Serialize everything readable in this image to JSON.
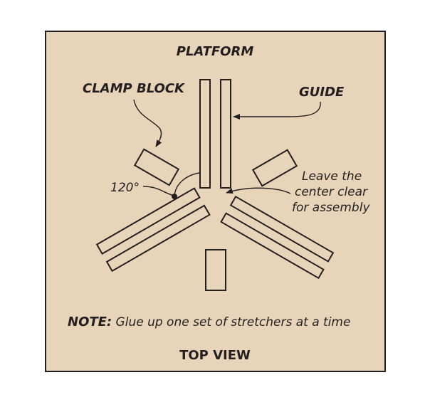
{
  "colors": {
    "background": "#e8d4b8",
    "ink": "#231f20"
  },
  "labels": {
    "platform": "PLATFORM",
    "clamp_block": "CLAMP BLOCK",
    "guide": "GUIDE",
    "angle": "120°",
    "center_note": [
      "Leave the",
      "center clear",
      "for assembly"
    ],
    "note_prefix": "NOTE:",
    "note_text": " Glue up one set of stretchers at a time",
    "view": "TOP VIEW"
  }
}
